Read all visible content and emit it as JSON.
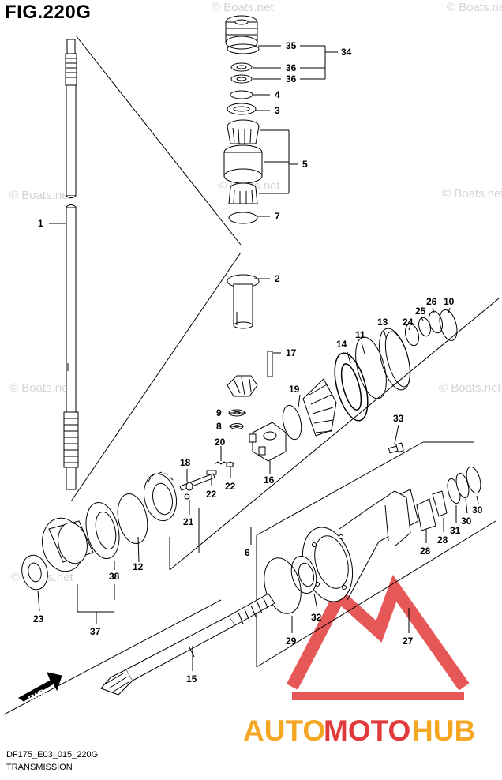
{
  "figure_title": "FIG.220G",
  "footer": {
    "code": "DF175_E03_015_220G",
    "name": "TRANSMISSION"
  },
  "watermark": "© Boats.net",
  "fwd_label": "FWD",
  "brand": {
    "auto": "AUTO",
    "moto": "MOTO",
    "hub": "HUB"
  },
  "colors": {
    "line": "#000000",
    "watermark": "#d4d4d4",
    "brand_red": "#e23a3a",
    "brand_orange": "#f5a623"
  },
  "callouts": {
    "c1": "1",
    "c2": "2",
    "c3": "3",
    "c4": "4",
    "c5": "5",
    "c6": "6",
    "c7": "7",
    "c8": "8",
    "c9": "9",
    "c10": "10",
    "c11": "11",
    "c12": "12",
    "c13": "13",
    "c14": "14",
    "c15": "15",
    "c16": "16",
    "c17": "17",
    "c18": "18",
    "c19": "19",
    "c20": "20",
    "c21": "21",
    "c22a": "22",
    "c22b": "22",
    "c23": "23",
    "c24": "24",
    "c25": "25",
    "c26": "26",
    "c27": "27",
    "c28a": "28",
    "c28b": "28",
    "c29": "29",
    "c30a": "30",
    "c30b": "30",
    "c31": "31",
    "c32": "32",
    "c33": "33",
    "c34": "34",
    "c35": "35",
    "c36a": "36",
    "c36b": "36",
    "c37": "37",
    "c38": "38"
  }
}
